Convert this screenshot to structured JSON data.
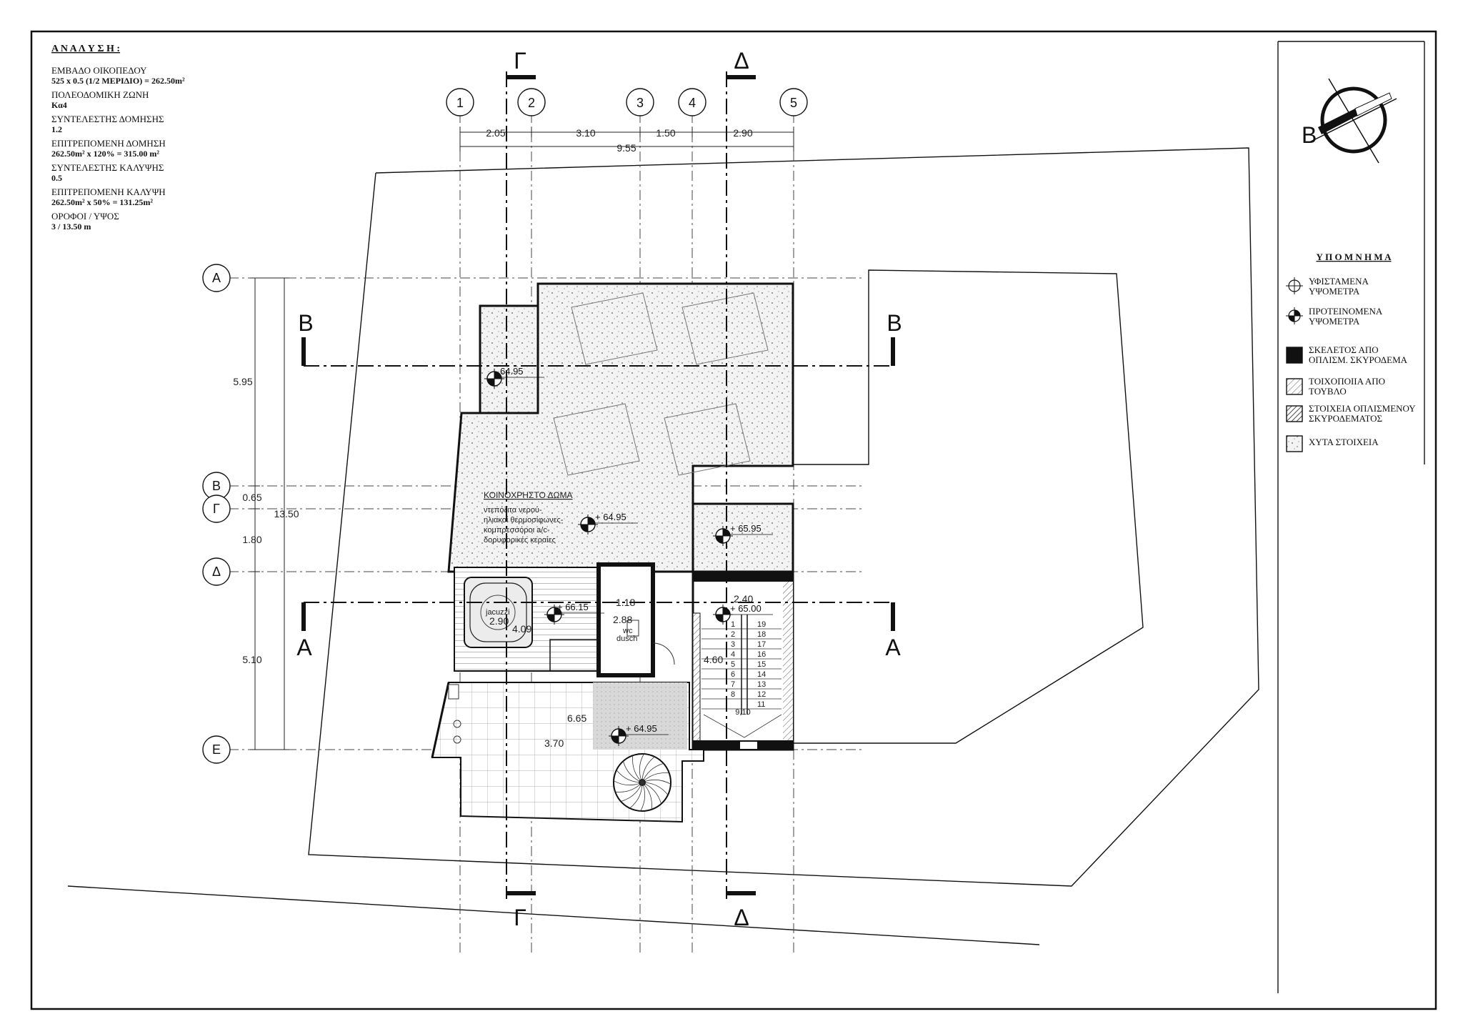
{
  "analysis": {
    "heading": "Α Ν Α Λ Υ Σ Η :",
    "lines": [
      {
        "label": "ΕΜΒΑΔΟ  ΟΙΚΟΠΕΔΟΥ",
        "value": "525 x 0.5 (1/2 ΜΕΡΙΔΙΟ) = 262.50m²"
      },
      {
        "label": "ΠΟΛΕΟΔΟΜΙΚΗ ΖΩΝΗ",
        "value": "Κα4"
      },
      {
        "label": "ΣΥΝΤΕΛΕΣΤΗΣ ΔΟΜΗΣΗΣ",
        "value": "1.2"
      },
      {
        "label": "ΕΠΙΤΡΕΠΟΜΕΝΗ ΔΟΜΗΣΗ",
        "value": "262.50m² x 120% = 315.00 m²"
      },
      {
        "label": "ΣΥΝΤΕΛΕΣΤΗΣ ΚΑΛΥΨΗΣ",
        "value": "0.5"
      },
      {
        "label": "ΕΠΙΤΡΕΠΟΜΕΝΗ  ΚΑΛΥΨΗ",
        "value": "262.50m² x 50% = 131.25m²"
      },
      {
        "label": "ΟΡΟΦΟΙ / ΥΨΟΣ",
        "value": "3 / 13.50 m"
      }
    ]
  },
  "grid": {
    "columns": [
      "1",
      "2",
      "3",
      "4",
      "5"
    ],
    "rows": [
      "Α",
      "Β",
      "Γ",
      "Δ",
      "Ε"
    ],
    "col_spacings": [
      "2.05",
      "3.10",
      "1.50",
      "2.90"
    ],
    "col_total": "9.55",
    "row_spacings": [
      "5.95",
      "0.65",
      "1.80",
      "5.10"
    ],
    "row_total": "13.50"
  },
  "sections": {
    "gamma": "Γ",
    "delta": "Δ",
    "beta": "Β",
    "alpha": "Α"
  },
  "north": "Β",
  "rooms": {
    "roof_title": "ΚΟΙΝΟΧΡΗΣΤΟ ΔΩΜΑ",
    "roof_notes": [
      "ντεπόζιτα νερού-",
      "ηλιακοί θερμοσίφωνες-",
      "κομπρεσσόροι a/c-",
      "δορυφορικές κεραίες"
    ],
    "jacuzzi": "jacuzzi",
    "jacuzzi_dim": "2.90",
    "deck_dim": "4.09",
    "wc_dim_w": "1.18",
    "wc_dim_h": "2.88",
    "wc_label": "wc",
    "wc_label2": "dusch",
    "stair_w": "2.40",
    "stair_len": "4.60",
    "terrace_w": "6.65",
    "terrace_depth": "3.70"
  },
  "levels": {
    "small_room": "64.95",
    "roof": "+ 64.95",
    "right_room": "+ 65.95",
    "jacuzzi": "+ 66.15",
    "stair": "+ 65.00",
    "terrace": "+ 64.95"
  },
  "stairs": {
    "left_steps": [
      "1",
      "2",
      "3",
      "4",
      "5",
      "6",
      "7",
      "8"
    ],
    "right_steps": [
      "19",
      "18",
      "17",
      "16",
      "15",
      "14",
      "13",
      "12",
      "11"
    ],
    "landing": "9,10"
  },
  "legend": {
    "title": "Υ Π Ο Μ Ν Η Μ Α",
    "items": [
      {
        "icon": "existing-level-icon",
        "lines": [
          "ΥΦΙΣΤΑΜΕΝΑ",
          "ΥΨΟΜΕΤΡΑ"
        ]
      },
      {
        "icon": "proposed-level-icon",
        "lines": [
          "ΠΡΟΤΕΙΝΟΜΕΝΑ",
          "ΥΨΟΜΕΤΡΑ"
        ]
      },
      {
        "icon": "reinforced-concrete-frame-icon",
        "lines": [
          "ΣΚΕΛΕΤΟΣ ΑΠΟ",
          "ΟΠΛΙΣΜ. ΣΚΥΡΟΔΕΜΑ"
        ]
      },
      {
        "icon": "brick-masonry-icon",
        "lines": [
          "ΤΟΙΧΟΠΟΙΙΑ ΑΠΟ",
          "ΤΟΥΒΛΟ"
        ]
      },
      {
        "icon": "reinforced-concrete-elements-icon",
        "lines": [
          "ΣΤΟΙΧΕΙΑ ΟΠΛΙΣΜΕΝΟΥ",
          "ΣΚΥΡΟΔΕΜΑΤΟΣ"
        ]
      },
      {
        "icon": "cast-elements-icon",
        "lines": [
          "ΧΥΤΑ ΣΤΟΙΧΕΙΑ"
        ]
      }
    ]
  },
  "colors": {
    "ink": "#111111",
    "paper": "#ffffff",
    "fill_dots": "#f4f4f4"
  }
}
